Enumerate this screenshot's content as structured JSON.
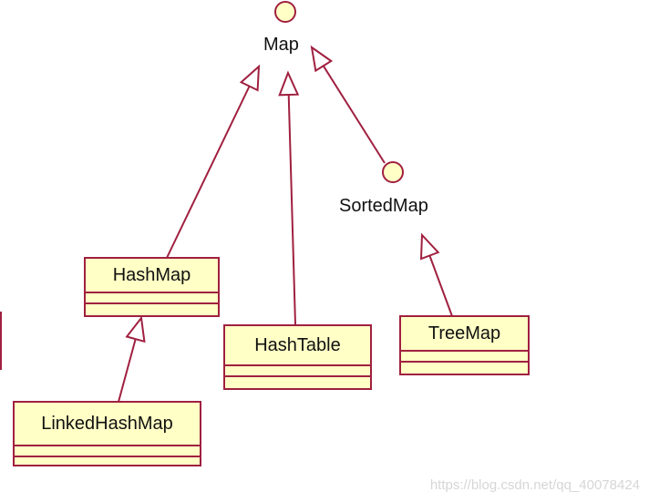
{
  "colors": {
    "line": "#a02040",
    "class_fill": "#ffffc6",
    "interface_fill": "#ffffc6",
    "text": "#111111"
  },
  "interfaces": {
    "map": "Map",
    "sortedmap": "SortedMap"
  },
  "classes": {
    "hashmap": "HashMap",
    "hashtable": "HashTable",
    "treemap": "TreeMap",
    "linkedhashmap": "LinkedHashMap"
  },
  "relations": [
    {
      "from": "HashMap",
      "to": "Map",
      "type": "realization"
    },
    {
      "from": "HashTable",
      "to": "Map",
      "type": "realization"
    },
    {
      "from": "SortedMap",
      "to": "Map",
      "type": "generalization"
    },
    {
      "from": "TreeMap",
      "to": "SortedMap",
      "type": "realization"
    },
    {
      "from": "LinkedHashMap",
      "to": "HashMap",
      "type": "generalization"
    }
  ],
  "watermark": "https://blog.csdn.net/qq_40078424"
}
